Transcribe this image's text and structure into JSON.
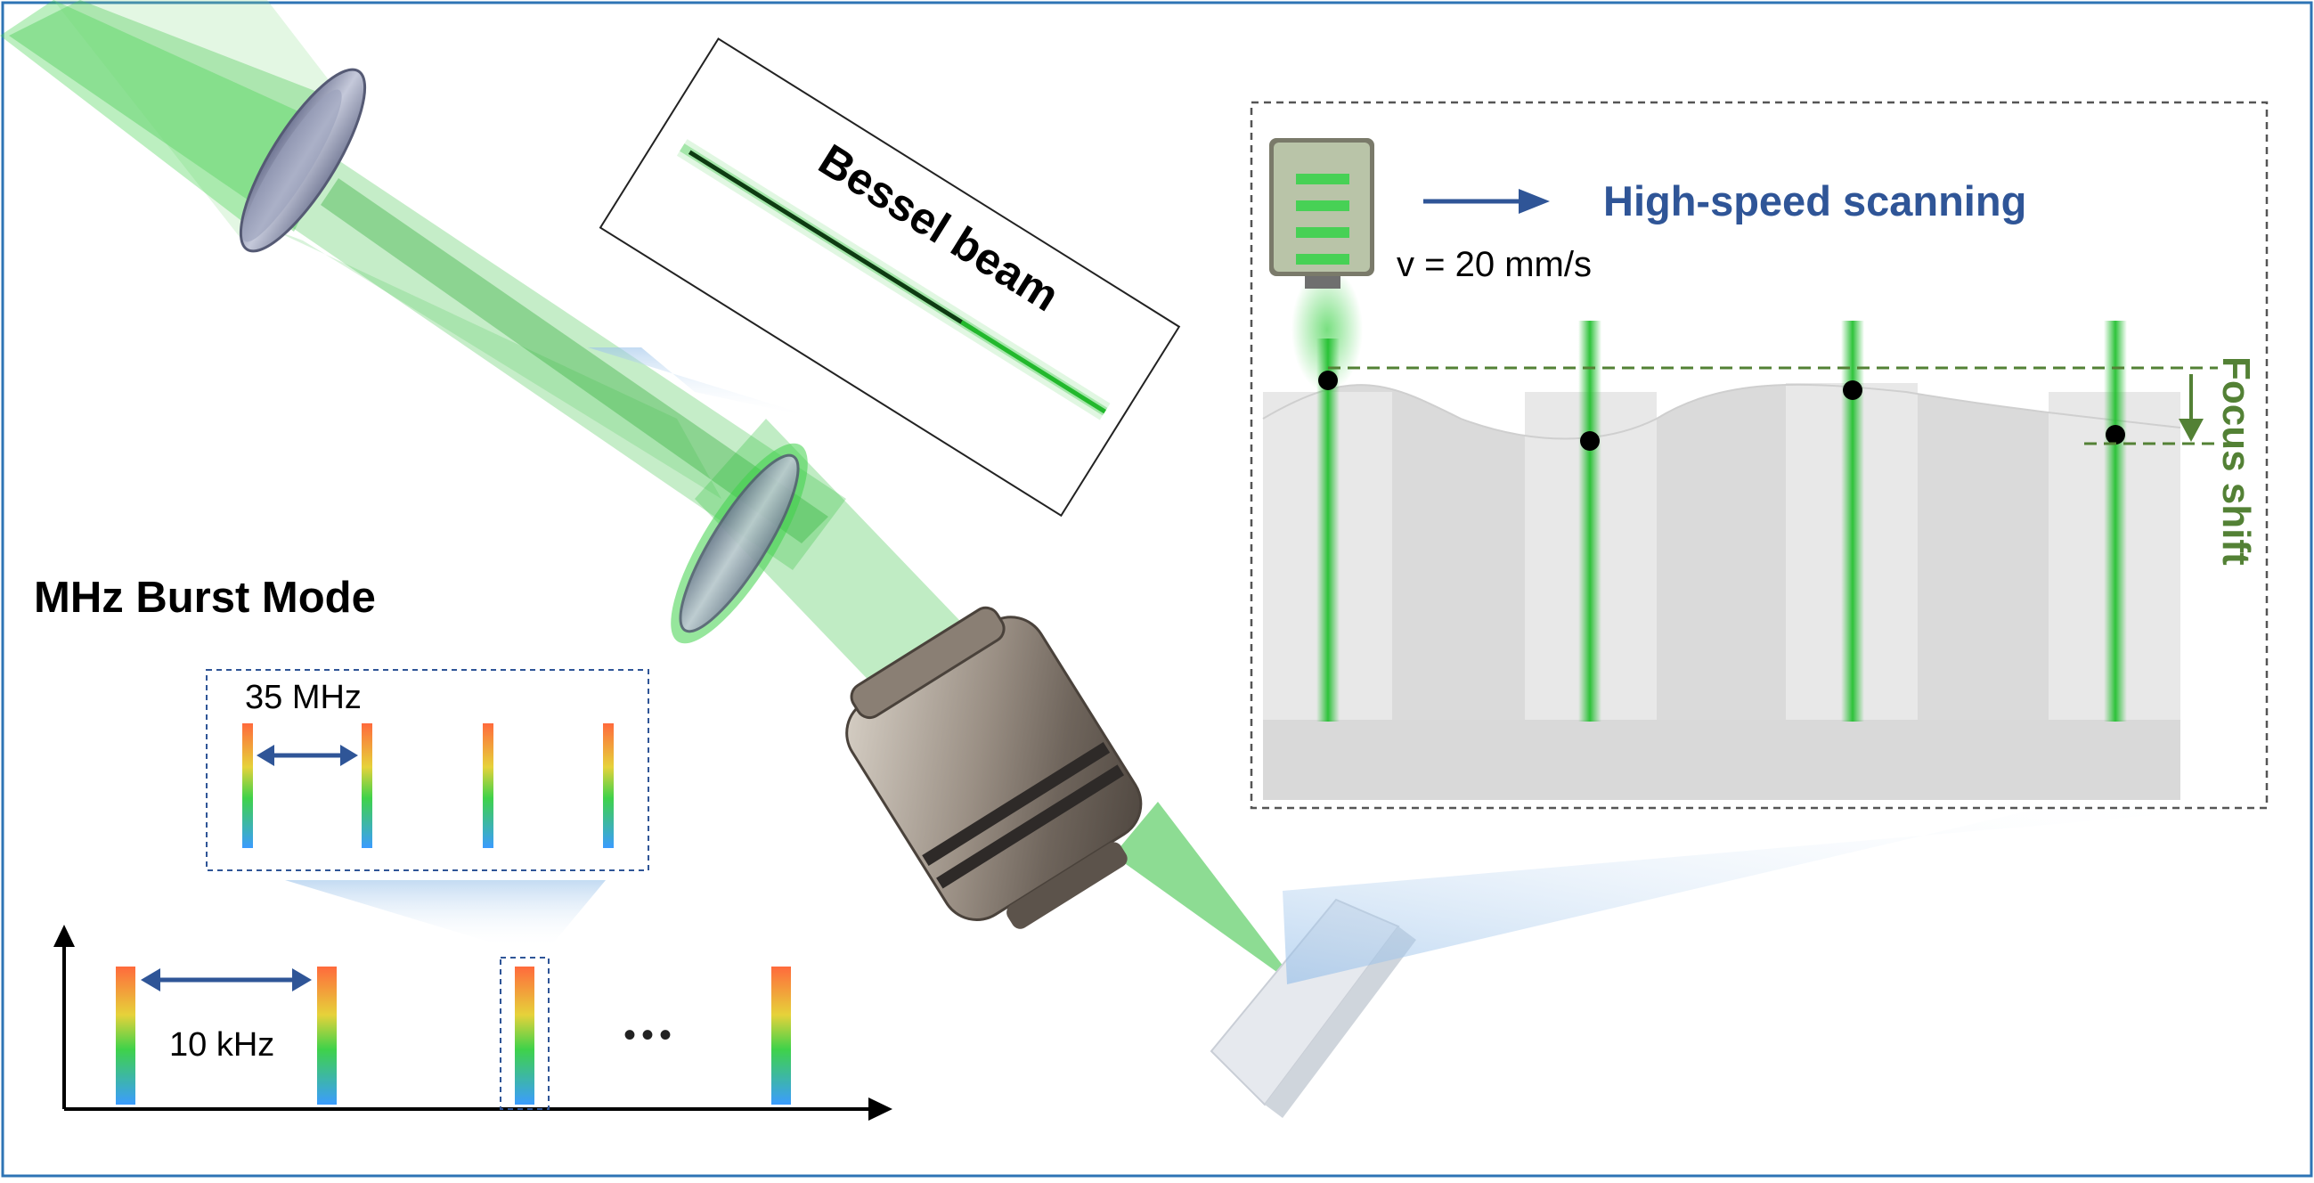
{
  "bessel": {
    "title": "Bessel beam"
  },
  "scan": {
    "arrow_label": "High-speed scanning",
    "velocity": "v = 20 mm/s",
    "focus_shift": "Focus shift"
  },
  "burst": {
    "title": "MHz Burst Mode",
    "inner_freq": "35 MHz",
    "outer_freq": "10 kHz",
    "ellipsis": "•••"
  },
  "colors": {
    "laser_green": "#2fbf3a",
    "label_blue": "#2f5597",
    "focus_green": "#538135",
    "border": "#2e74b5",
    "bar_top": "#ff7a3c",
    "bar_mid": "#3fd24a",
    "bar_bottom": "#3b9cff"
  }
}
